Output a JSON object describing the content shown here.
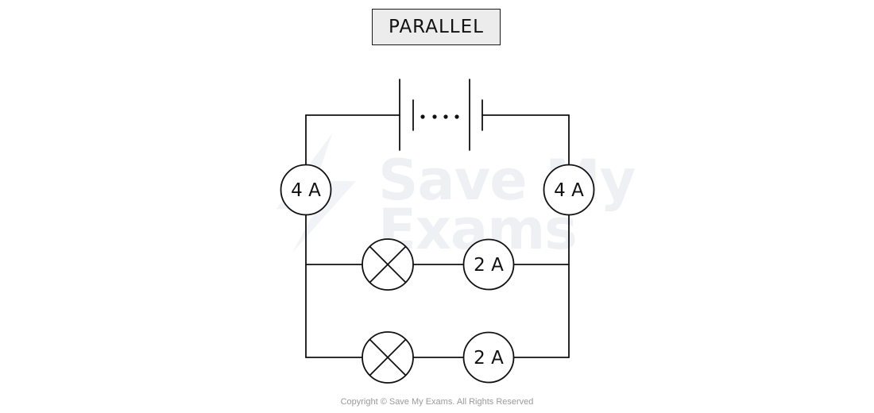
{
  "title": "PARALLEL",
  "watermark": {
    "line1": "Save My",
    "line2": "Exams"
  },
  "copyright": "Copyright © Save My Exams. All Rights Reserved",
  "components": {
    "ammeter_left": "4 A",
    "ammeter_right": "4 A",
    "ammeter_branch_top": "2 A",
    "ammeter_branch_bottom": "2 A"
  },
  "icons": {
    "battery": "battery-symbol",
    "lamp": "lamp-cross-symbol",
    "ammeter": "ammeter-circle"
  },
  "colors": {
    "line": "#111111",
    "title_box_fill": "#ececec",
    "watermark": "#eef0f4",
    "copyright": "#9a9a9a"
  }
}
